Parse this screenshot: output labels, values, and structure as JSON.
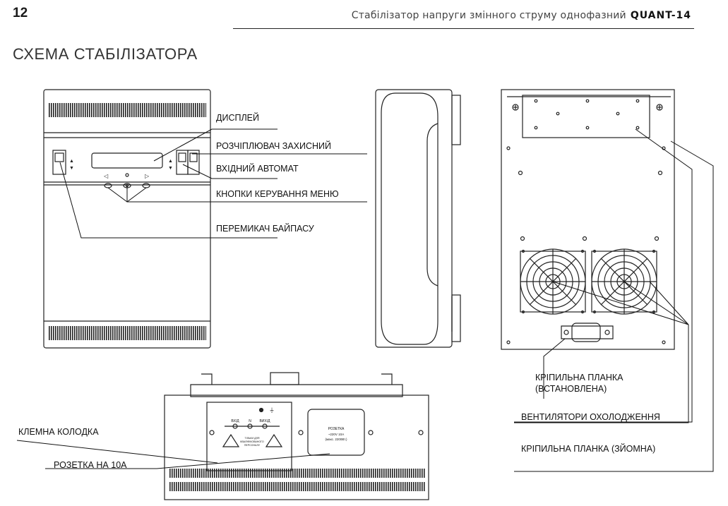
{
  "header": {
    "page_number": "12",
    "title": "Стабілізатор напруги змінного струму однофазний",
    "model": "QUANT-14"
  },
  "section_title": "СХЕМА СТАБІЛІЗАТОРА",
  "labels": {
    "display": "ДИСПЛЕЙ",
    "protective_trip": "РОЗЧІПЛЮВАЧ ЗАХИСНИЙ",
    "input_breaker": "ВХІДНИЙ АВТОМАТ",
    "menu_buttons": "КНОПКИ КЕРУВАННЯ МЕНЮ",
    "bypass_switch": "ПЕРЕМИКАЧ БАЙПАСУ",
    "mount_bar_installed_1": "КРІПИЛЬНА ПЛАНКА",
    "mount_bar_installed_2": "(ВСТАНОВЛЕНА)",
    "cooling_fans": "ВЕНТИЛЯТОРИ ОХОЛОДЖЕННЯ",
    "mount_bar_removable": "КРІПИЛЬНА ПЛАНКА (ЗЙОМНА)",
    "terminal_block": "КЛЕМНА КОЛОДКА",
    "socket_10a": "РОЗЕТКА НА 10А"
  },
  "panel_text": {
    "input": "ВХІД",
    "n": "N",
    "output": "ВИХІД",
    "socket_title": "РОЗЕТКА",
    "socket_line1": "~220V 10A",
    "socket_line2": "(макс. 2200Вт.)",
    "warning_line1": "ТІЛЬКИ ДЛЯ",
    "warning_line2": "КВАЛІФІКОВАНОГО",
    "warning_line3": "ПЕРСОНАЛУ"
  }
}
